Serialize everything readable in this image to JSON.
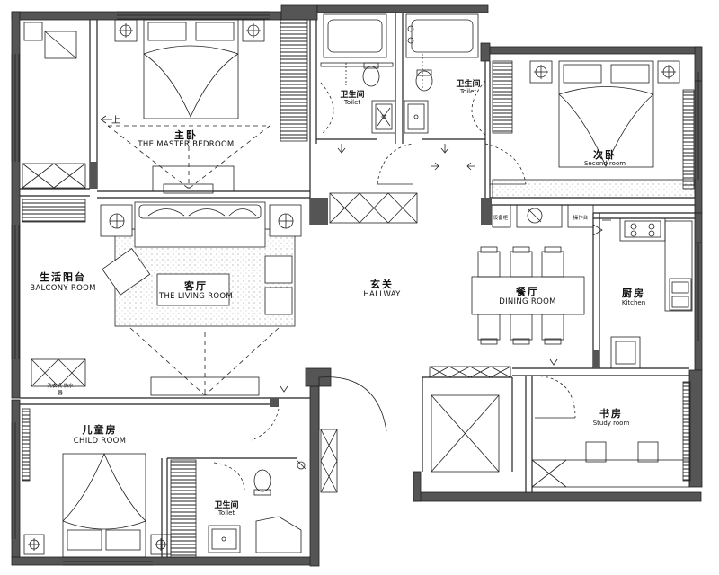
{
  "rooms": {
    "master_bedroom": {
      "zh": "主卧",
      "en": "THE MASTER BEDROOM"
    },
    "toilet_1": {
      "zh": "卫生间",
      "en": "Toilet"
    },
    "toilet_2": {
      "zh": "卫生间",
      "en": "Toilet"
    },
    "second_room": {
      "zh": "次卧",
      "en": "Second room"
    },
    "balcony": {
      "zh": "生活阳台",
      "en": "BALCONY ROOM"
    },
    "living_room": {
      "zh": "客厅",
      "en": "THE LIVING ROOM"
    },
    "hallway": {
      "zh": "玄关",
      "en": "HALLWAY"
    },
    "dining_room": {
      "zh": "餐厅",
      "en": "DINING ROOM"
    },
    "kitchen": {
      "zh": "厨房",
      "en": "Kitchen"
    },
    "child_room": {
      "zh": "儿童房",
      "en": "CHILD ROOM"
    },
    "toilet_3": {
      "zh": "卫生间",
      "en": "Toilet"
    },
    "study_room": {
      "zh": "书房",
      "en": "Study room"
    }
  },
  "annotations": {
    "up_arrow": "上",
    "equipment_cabinet": "设备柜",
    "washer_area": "洗衣机 热水器",
    "appliance_cabinet": "操作台"
  }
}
